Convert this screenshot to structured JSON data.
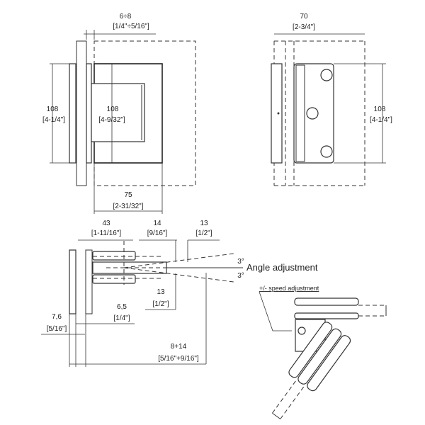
{
  "front_view": {
    "gap_dim": "6÷8",
    "gap_dim_in": "[1/4\"÷5/16\"]",
    "height_left": "108",
    "height_left_in": "[4-1/4\"]",
    "height_inner": "108",
    "height_inner_in": "[4-9/32\"]",
    "width": "75",
    "width_in": "[2-31/32\"]"
  },
  "side_view": {
    "width": "70",
    "width_in": "[2-3/4\"]",
    "height": "108",
    "height_in": "[4-1/4\"]"
  },
  "section_view": {
    "dim_43": "43",
    "dim_43_in": "[1-11/16\"]",
    "dim_14": "14",
    "dim_14_in": "[9/16\"]",
    "dim_13_top": "13",
    "dim_13_top_in": "[1/2\"]",
    "dim_13_bottom": "13",
    "dim_13_bottom_in": "[1/2\"]",
    "angle_up": "3°",
    "angle_down": "3°",
    "angle_label": "Angle adjustment",
    "dim_65": "6,5",
    "dim_65_in": "[1/4\"]",
    "dim_76": "7,6",
    "dim_76_in": "[5/16\"]",
    "dim_8_14": "8+14",
    "dim_8_14_in": "[5/16\"+9/16\"]"
  },
  "detail_view": {
    "speed_label": "+/- speed adjustment"
  }
}
